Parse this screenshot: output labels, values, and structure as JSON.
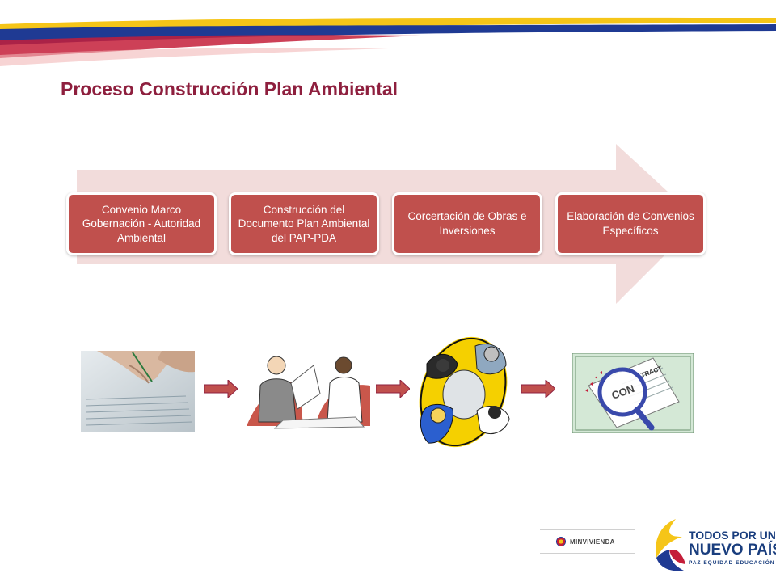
{
  "title": "Proceso Construcción Plan Ambiental",
  "colors": {
    "title": "#8e1f3e",
    "step_fill": "#c0504d",
    "arrow_fill": "#f2dcdb",
    "flag_yellow": "#f5c518",
    "flag_blue": "#1f3a93",
    "flag_red": "#c41e3a",
    "logo_blue": "#1a3e7e"
  },
  "steps": [
    {
      "label": "Convenio Marco Gobernación - Autoridad Ambiental"
    },
    {
      "label": "Construcción del Documento Plan Ambiental del PAP-PDA"
    },
    {
      "label": "Corcertación de Obras e Inversiones"
    },
    {
      "label": "Elaboración de Convenios  Específicos"
    }
  ],
  "images": [
    {
      "icon": "signing-document-photo"
    },
    {
      "icon": "business-meeting-clipart"
    },
    {
      "icon": "team-table-clipart"
    },
    {
      "icon": "contract-magnifier-clipart",
      "text": "CON",
      "text2": "TRACT"
    }
  ],
  "footer": {
    "ministry": "MINVIVIENDA",
    "slogan_line1": "TODOS POR UN",
    "slogan_line2": "NUEVO PAÍS",
    "slogan_line3": "PAZ  EQUIDAD  EDUCACIÓN"
  }
}
